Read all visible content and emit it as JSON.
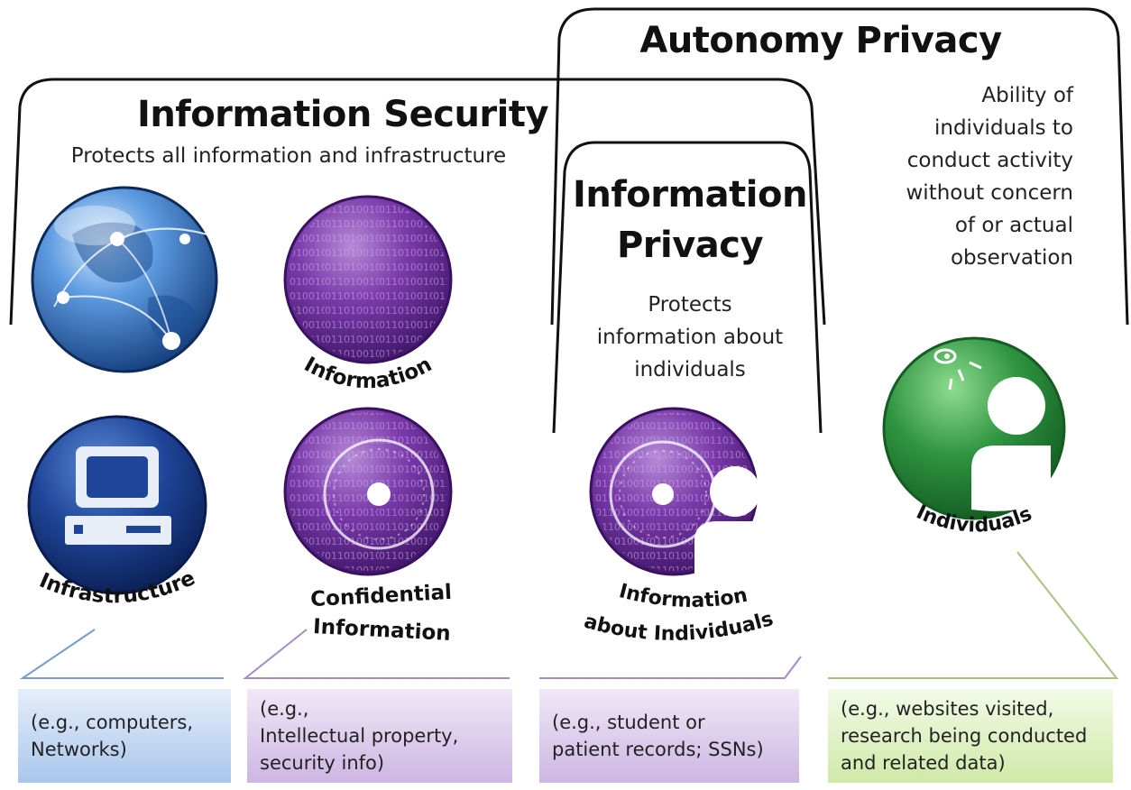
{
  "autonomy": {
    "title": "Autonomy Privacy",
    "desc": [
      "Ability of",
      "individuals to",
      "conduct activity",
      "without concern",
      "of or actual",
      "observation"
    ]
  },
  "security": {
    "title": "Information Security",
    "desc": "Protects all information and infrastructure"
  },
  "infoPrivacy": {
    "title": [
      "Information",
      "Privacy"
    ],
    "desc": [
      "Protects",
      "information about",
      "individuals"
    ]
  },
  "icons": {
    "information": "Information",
    "infrastructure": "Infrastructure",
    "confidential": [
      "Confidential",
      "Information"
    ],
    "aboutIndividuals": [
      "Information",
      "about Individuals"
    ],
    "individuals": "Individuals"
  },
  "examples": {
    "infrastructure": [
      "(e.g., computers,",
      "Networks)"
    ],
    "confidential": [
      "(e.g.,",
      "Intellectual property,",
      "security info)"
    ],
    "aboutIndividuals": [
      "(e.g., student or",
      "patient records; SSNs)"
    ],
    "individuals": [
      "(e.g., websites visited,",
      "research being conducted",
      "and related data)"
    ]
  },
  "colors": {
    "purple": "#6b2d96",
    "blue": "#1c3d87",
    "green": "#2e9440",
    "boxBlue": "#bcd3ef",
    "boxPurple": "#ddd0ec",
    "boxGreen": "#dff0c6"
  }
}
